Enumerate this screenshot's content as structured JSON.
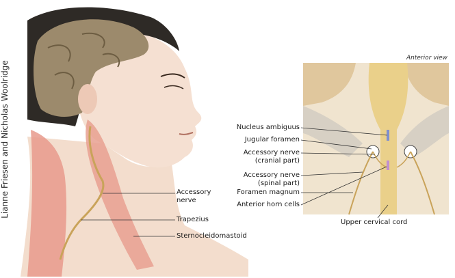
{
  "credit": "Lianne Friesen and Nicholas Woolridge",
  "view_label": "Anterior view",
  "left_labels": {
    "accessory_nerve": "Accessory\nnerve",
    "trapezius": "Trapezius",
    "sternocleidomastoid": "Sternocleidomastoid"
  },
  "right_labels": {
    "nucleus_ambiguus": "Nucleus ambiguus",
    "jugular_foramen": "Jugular foramen",
    "accessory_cranial": "Accessory nerve\n(cranial part)",
    "accessory_spinal": "Accessory nerve\n(spinal part)",
    "foramen_magnum": "Foramen magnum",
    "anterior_horn": "Anterior horn cells",
    "upper_cervical": "Upper cervical cord"
  },
  "colors": {
    "skin": "#f1d9c9",
    "brain": "#8b7a5e",
    "hair": "#2e2a26",
    "muscle": "#e89a8c",
    "nerve": "#c9a35a",
    "bone": "#e9d7b5",
    "cord": "#ead08a"
  }
}
